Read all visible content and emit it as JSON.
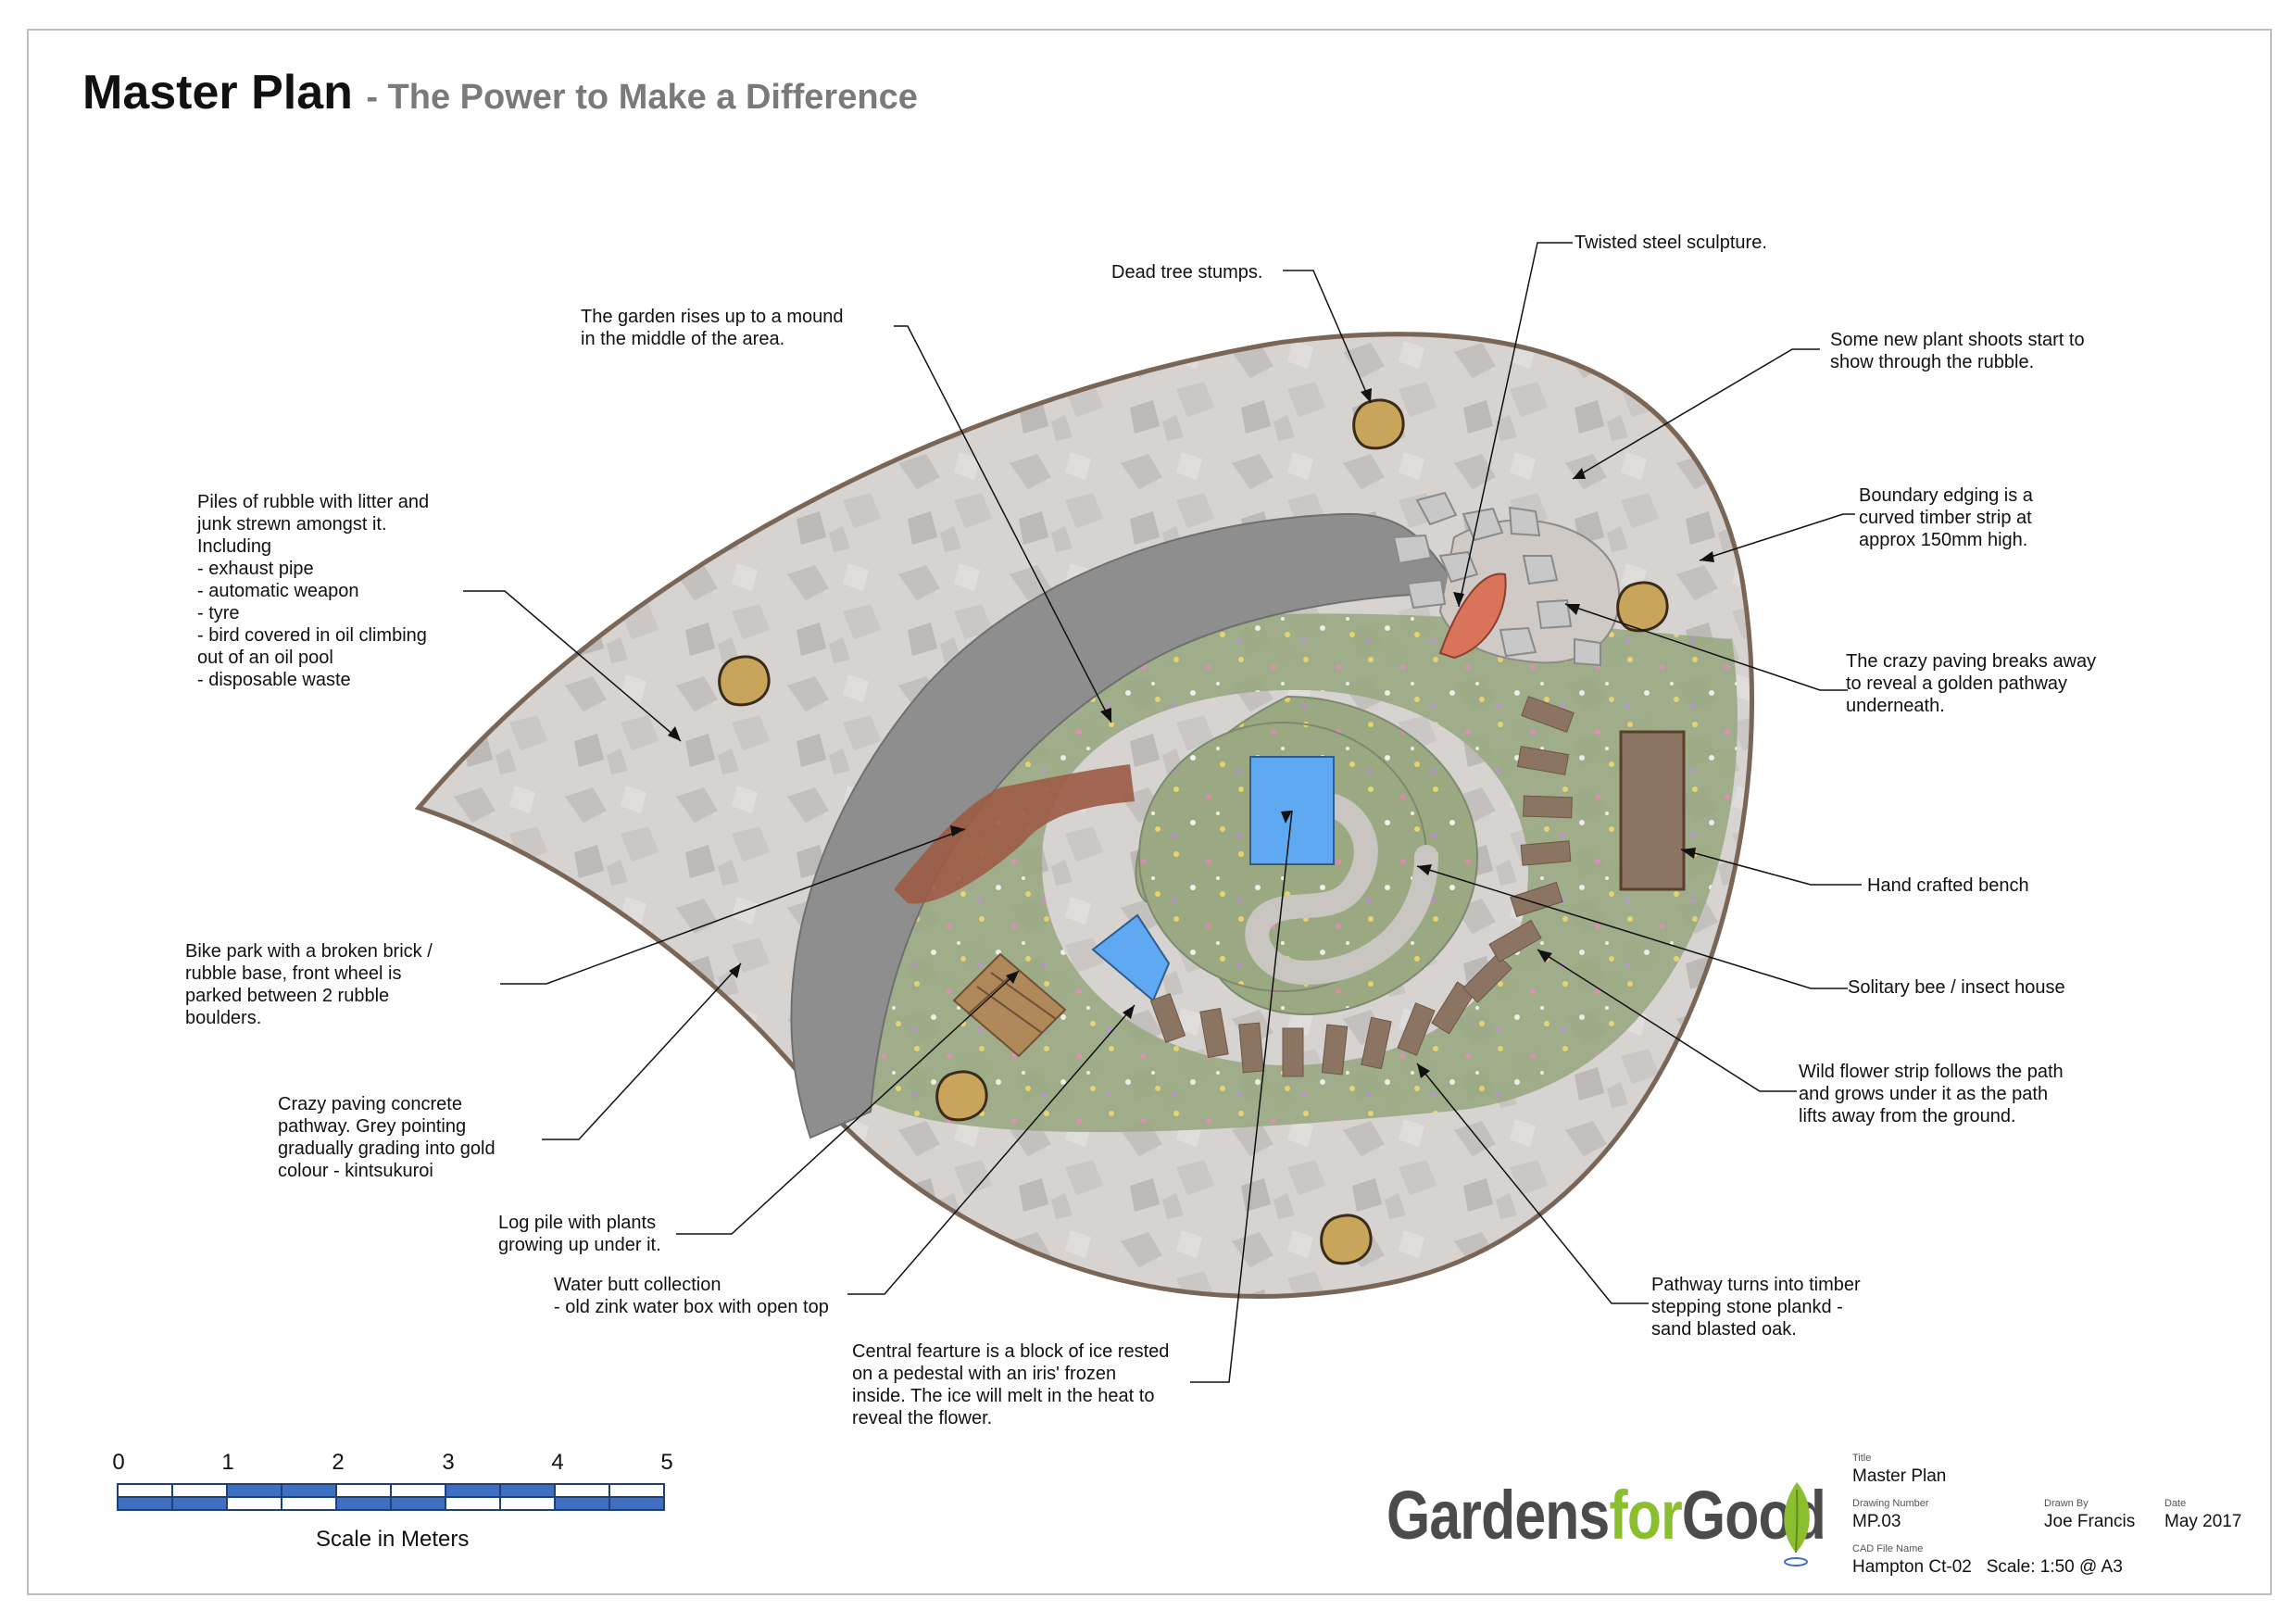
{
  "header": {
    "title": "Master Plan",
    "subtitle": "- The Power to Make a Difference"
  },
  "annotations": {
    "twisted_steel": "Twisted steel sculpture.",
    "dead_tree": "Dead tree stumps.",
    "garden_rises": "The garden rises up to a mound\nin the middle of the area.",
    "plant_shoots": "Some new plant shoots start to\nshow through the rubble.",
    "boundary": "Boundary edging is a\ncurved timber strip at\napprox 150mm high.",
    "rubble_piles": "Piles of rubble with litter and\njunk strewn amongst it.\nIncluding\n- exhaust pipe\n- automatic weapon\n- tyre\n- bird covered in oil climbing\nout of an oil pool\n- disposable waste",
    "crazy_break": "The crazy paving breaks away\nto reveal a golden pathway\nunderneath.",
    "bench": "Hand crafted bench",
    "bee_house": "Solitary bee / insect house",
    "bike_park": "Bike park with a broken brick /\nrubble base, front wheel is\nparked between 2 rubble\nboulders.",
    "wild_flower": "Wild flower strip follows the path\nand grows under it as the path\nlifts away from the ground.",
    "crazy_path": "Crazy paving concrete\npathway. Grey pointing\ngradually grading into gold\ncolour - kintsukuroi",
    "log_pile": "Log pile with plants\ngrowing up under it.",
    "water_butt": "Water butt collection\n- old zink water box with open top",
    "timber": "Pathway turns into timber\nstepping stone plankd -\nsand blasted oak.",
    "central": "Central fearture is a block of ice rested\non a pedestal with an iris' frozen\ninside. The ice will melt in the heat to\nreveal the flower."
  },
  "scale_bar": {
    "ticks": [
      "0",
      "1",
      "2",
      "3",
      "4",
      "5"
    ],
    "label": "Scale in Meters"
  },
  "logo": {
    "part1": "Gardens",
    "part2": "for",
    "part3": "Good"
  },
  "title_block": {
    "title_caption": "Title",
    "title_value": "Master Plan",
    "drawing_number_caption": "Drawing Number",
    "drawing_number_value": "MP.03",
    "drawn_by_caption": "Drawn By",
    "drawn_by_value": "Joe Francis",
    "date_caption": "Date",
    "date_value": "May 2017",
    "cad_caption": "CAD File Name",
    "cad_value": "Hampton Ct-02",
    "scale_value": "Scale: 1:50 @ A3"
  },
  "colors": {
    "rubble": "#d6d3d1",
    "path": "#8e8e8e",
    "edging": "#7a6656",
    "meadow": "#9aa982",
    "ice": "#5fa8f2",
    "plank": "#8c7462",
    "brick": "#9c5b45",
    "scale_blue": "#3f6fc0",
    "logo_green": "#8bbf2f"
  }
}
